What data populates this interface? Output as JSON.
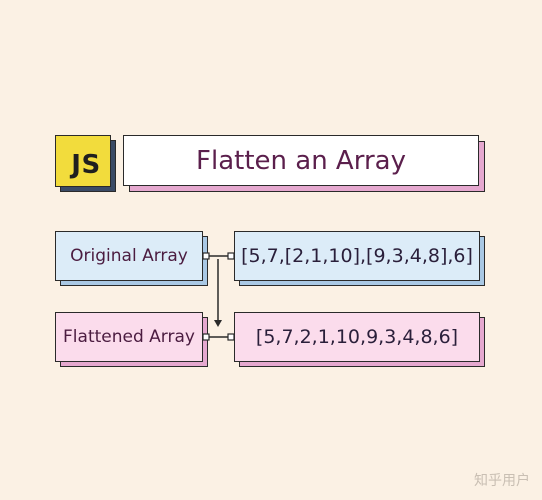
{
  "logo": {
    "text": "JS",
    "color": "#f2dc3c"
  },
  "title": "Flatten an Array",
  "rows": [
    {
      "label": "Original Array",
      "value": "[5,7,[2,1,10],[9,3,4,8],6]"
    },
    {
      "label": "Flattened Array",
      "value": "[5,7,2,1,10,9,3,4,8,6]"
    }
  ],
  "watermark": "知乎用户",
  "colors": {
    "background": "#fbf1e4",
    "title_text": "#5b1f4c",
    "blue_fill": "#dcecf8",
    "pink_fill": "#fbdcec",
    "blue_shadow": "#a9c8e4",
    "pink_shadow": "#e5a8cf",
    "logo_shadow": "#3a4b66"
  }
}
